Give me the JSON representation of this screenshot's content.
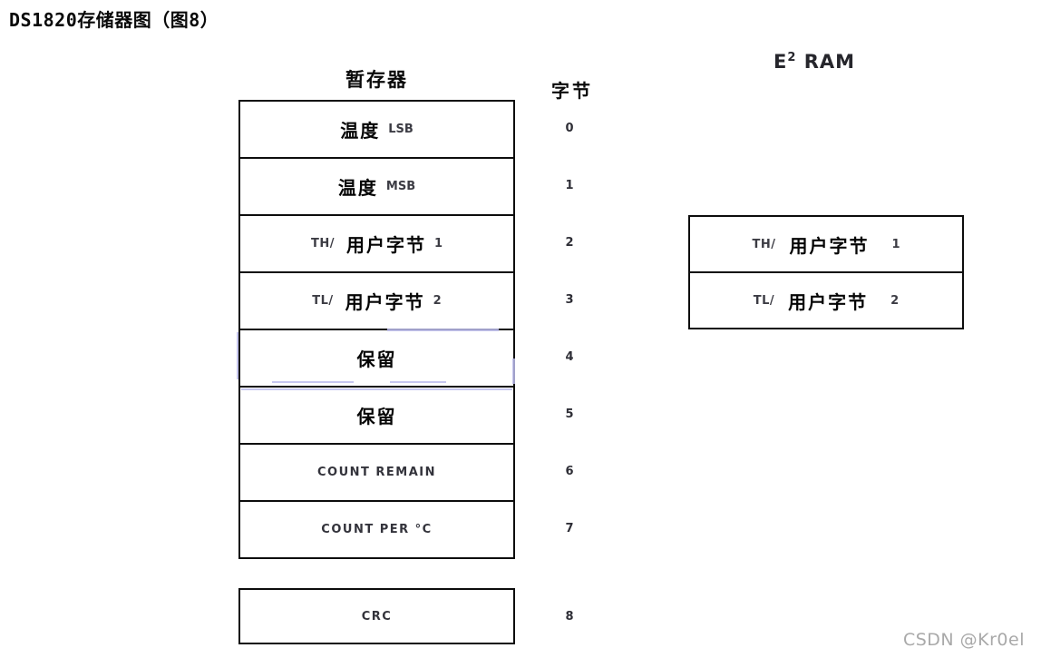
{
  "page": {
    "title": "DS1820存储器图（图8）",
    "background_color": "#ffffff",
    "border_color": "#0d0d0d",
    "artifact_color": "#bcbcec",
    "watermark_color": "#a9a9a9"
  },
  "scratchpad": {
    "header": "暂存器",
    "rows": [
      {
        "prefix": "",
        "label": "温度",
        "suffix": "LSB"
      },
      {
        "prefix": "",
        "label": "温度",
        "suffix": "MSB"
      },
      {
        "prefix": "TH/",
        "label": "用户字节",
        "suffix": "1"
      },
      {
        "prefix": "TL/",
        "label": "用户字节",
        "suffix": "2"
      },
      {
        "prefix": "",
        "label": "保留",
        "suffix": ""
      },
      {
        "prefix": "",
        "label": "保留",
        "suffix": ""
      },
      {
        "prefix": "",
        "label": "COUNT REMAIN",
        "suffix": ""
      },
      {
        "prefix": "",
        "label": "COUNT PER °C",
        "suffix": ""
      }
    ]
  },
  "crc": {
    "label": "CRC"
  },
  "byte_column": {
    "header": "字节",
    "values": [
      "0",
      "1",
      "2",
      "3",
      "4",
      "5",
      "6",
      "7"
    ],
    "crc_value": "8"
  },
  "e2ram": {
    "header_base": "E",
    "header_sup": "2",
    "header_rest": " RAM",
    "rows": [
      {
        "prefix": "TH/",
        "label": "用户字节",
        "suffix": "1"
      },
      {
        "prefix": "TL/",
        "label": "用户字节",
        "suffix": "2"
      }
    ]
  },
  "watermark": {
    "text": "CSDN @Kr0el"
  }
}
